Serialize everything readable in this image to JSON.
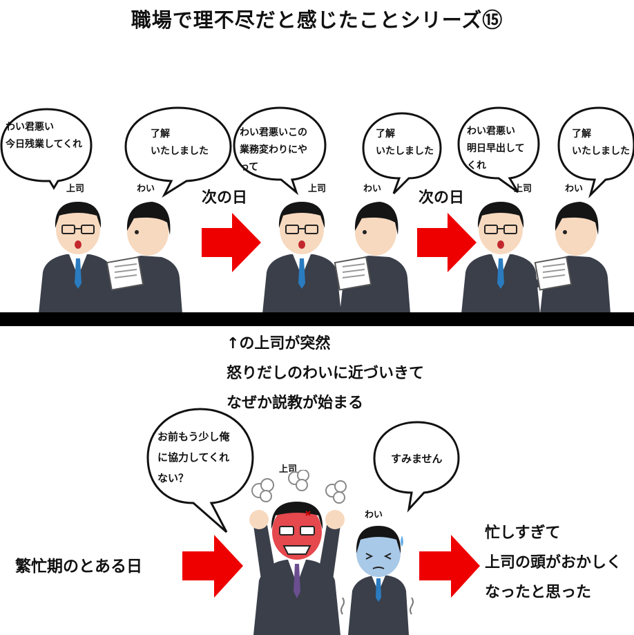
{
  "title": "職場で理不尽だと感じたことシリーズ⑮",
  "panels": [
    {
      "boss_line1": "わい君悪い",
      "boss_line2": "今日残業してくれ",
      "boss_line3": "",
      "boss_label": "上司",
      "me_line1": "了解",
      "me_line2": "いたしました",
      "me_label": "わい"
    },
    {
      "boss_line1": "わい君悪いこの",
      "boss_line2": "業務変わりにや",
      "boss_line3": "って",
      "boss_label": "上司",
      "me_line1": "了解",
      "me_line2": "いたしました",
      "me_label": "わい"
    },
    {
      "boss_line1": "わい君悪い",
      "boss_line2": "明日早出して",
      "boss_line3": "くれ",
      "boss_label": "上司",
      "me_line1": "了解",
      "me_line2": "いたしました",
      "me_label": "わい"
    }
  ],
  "next_day_1": "次の日",
  "next_day_2": "次の日",
  "narration": [
    "↑の上司が突然",
    "怒りだしのわいに近づいきて",
    "なぜか説教が始まる"
  ],
  "bottom": {
    "boss_line1": "お前もう少し俺",
    "boss_line2": "に協力してくれ",
    "boss_line3": "ない？",
    "boss_label": "上司",
    "me_text": "すみません",
    "me_label": "わい",
    "left_label": "繁忙期のとある日",
    "conclusion": [
      "忙しすぎて",
      "上司の頭がおかしく",
      "なったと思った"
    ]
  },
  "colors": {
    "arrow": "#ee0000",
    "suit": "#3a3f4a",
    "tie": "#2a7bbf",
    "skin": "#f7d9bf",
    "hair": "#151515",
    "angry_face": "#e5484d",
    "worried_face": "#a9c9e8"
  }
}
